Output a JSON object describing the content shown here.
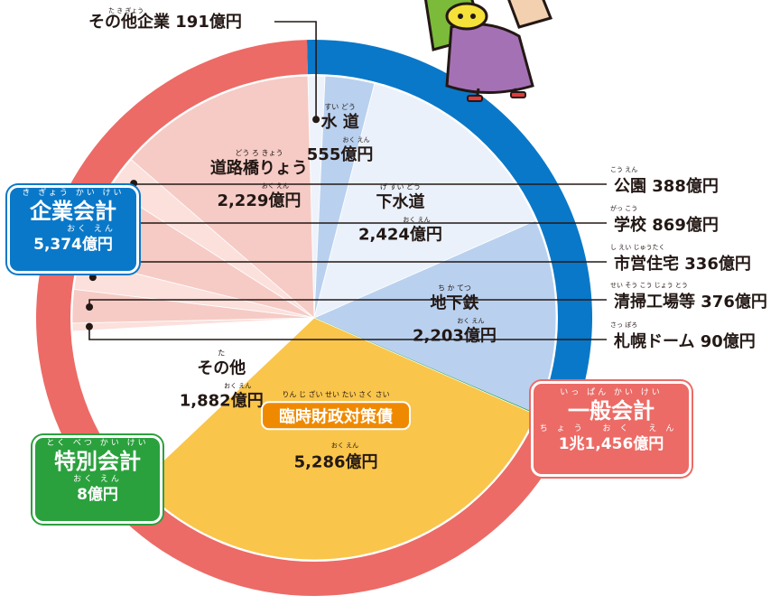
{
  "chart_data": {
    "type": "pie",
    "unit": "億円",
    "outer_ring": [
      {
        "name": "企業会計",
        "furigana": "き ぎょう かい けい",
        "value_label": "5,374億円",
        "value_furigana": "おく えん",
        "value": 5374,
        "color": "#0a78c8"
      },
      {
        "name": "特別会計",
        "furigana": "とく べつ かい けい",
        "value_label": "8億円",
        "value_furigana": "おく えん",
        "value": 8,
        "color": "#2aa13d"
      },
      {
        "name": "一般会計",
        "furigana": "いっ ぱん かい けい",
        "value_label": "1兆1,456億円",
        "value_furigana": "ちょう おく えん",
        "value": 11456,
        "color": "#ec6b66"
      }
    ],
    "inner_slices": [
      {
        "key": "other_enterprise",
        "group": "企業会計",
        "name": "その他企業",
        "furigana": "た き ぎょう",
        "value_label": "191億円",
        "value_furigana": "おく えん",
        "value": 191,
        "color": "#eef3fb"
      },
      {
        "key": "water",
        "group": "企業会計",
        "name": "水 道",
        "furigana": "すい どう",
        "value_label": "555億円",
        "value_furigana": "おく えん",
        "value": 555,
        "color": "#b9d1ef"
      },
      {
        "key": "sewer",
        "group": "企業会計",
        "name": "下水道",
        "furigana": "げ すい どう",
        "value_label": "2,424億円",
        "value_furigana": "おく えん",
        "value": 2424,
        "color": "#eaf1fa"
      },
      {
        "key": "subway",
        "group": "企業会計",
        "name": "地下鉄",
        "furigana": "ち か てつ",
        "value_label": "2,203億円",
        "value_furigana": "おく えん",
        "value": 2203,
        "color": "#b9d1ef"
      },
      {
        "key": "special",
        "group": "特別会計",
        "name": "特別会計",
        "value": 8,
        "color": "#2aa13d"
      },
      {
        "key": "temp_bond",
        "group": "一般会計",
        "name": "臨時財政対策債",
        "furigana": "りん じ ざい せい たい さく さい",
        "value_label": "5,286億円",
        "value_furigana": "おく えん",
        "value": 5286,
        "color": "#f9c54b"
      },
      {
        "key": "other_general",
        "group": "一般会計",
        "name": "その他",
        "furigana": "た",
        "value_label": "1,882億円",
        "value_furigana": "おく えん",
        "value": 1882,
        "color": "#ffffff"
      },
      {
        "key": "dome",
        "group": "一般会計",
        "name": "札幌ドーム",
        "furigana": "さっ ぽろ",
        "value_label": "90億円",
        "value_furigana": "おく えん",
        "value": 90,
        "color": "#fbe0dc"
      },
      {
        "key": "cleaning",
        "group": "一般会計",
        "name": "清掃工場等",
        "furigana": "せい そう こう じょう とう",
        "value_label": "376億円",
        "value_furigana": "おく えん",
        "value": 376,
        "color": "#f6cbc5"
      },
      {
        "key": "housing",
        "group": "一般会計",
        "name": "市営住宅",
        "furigana": "し えい じゅうたく",
        "value_label": "336億円",
        "value_furigana": "おく えん",
        "value": 336,
        "color": "#fbe0dc"
      },
      {
        "key": "school",
        "group": "一般会計",
        "name": "学校",
        "furigana": "がっ こう",
        "value_label": "869億円",
        "value_furigana": "おく えん",
        "value": 869,
        "color": "#f6cbc5"
      },
      {
        "key": "park",
        "group": "一般会計",
        "name": "公園",
        "furigana": "こう えん",
        "value_label": "388億円",
        "value_furigana": "おく えん",
        "value": 388,
        "color": "#fbe0dc"
      },
      {
        "key": "roads",
        "group": "一般会計",
        "name": "道路橋りょう",
        "furigana": "どう ろ きょう",
        "value_label": "2,229億円",
        "value_furigana": "おく えん",
        "value": 2229,
        "color": "#f6cbc5"
      }
    ]
  }
}
